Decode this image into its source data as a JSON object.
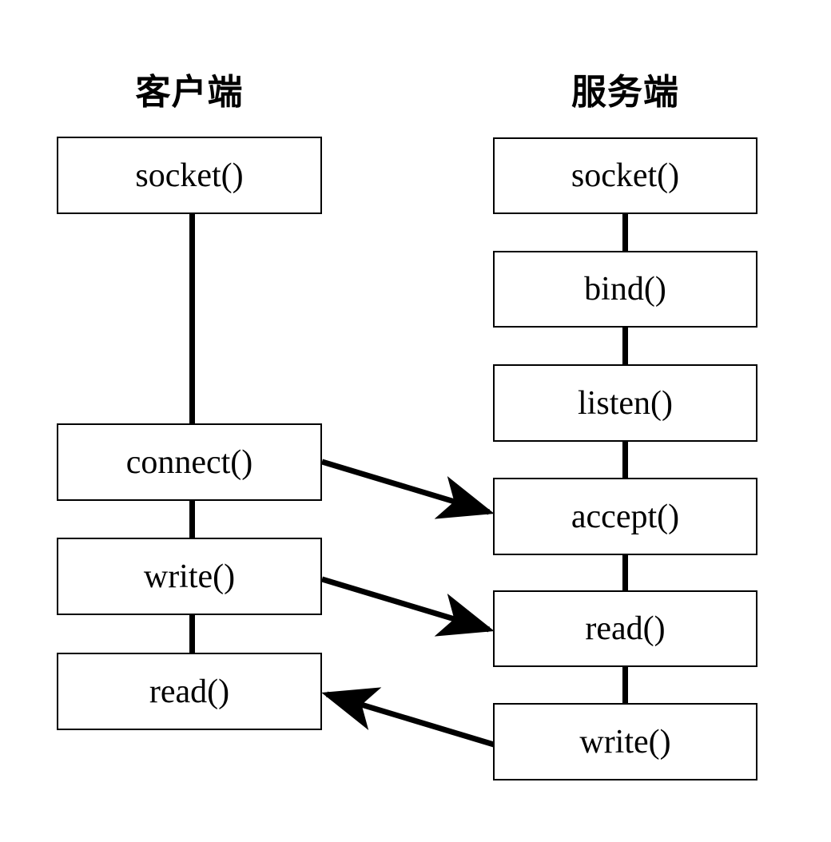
{
  "diagram": {
    "title_client": "客户端",
    "title_server": "服务端",
    "client": {
      "title": "客户端",
      "nodes": [
        {
          "label": "socket()",
          "name": "client-socket"
        },
        {
          "label": "connect()",
          "name": "client-connect"
        },
        {
          "label": "write()",
          "name": "client-write"
        },
        {
          "label": "read()",
          "name": "client-read"
        }
      ]
    },
    "server": {
      "title": "服务端",
      "nodes": [
        {
          "label": "socket()",
          "name": "server-socket"
        },
        {
          "label": "bind()",
          "name": "server-bind"
        },
        {
          "label": "listen()",
          "name": "server-listen"
        },
        {
          "label": "accept()",
          "name": "server-accept"
        },
        {
          "label": "read()",
          "name": "server-read"
        },
        {
          "label": "write()",
          "name": "server-write"
        }
      ]
    },
    "arrows": [
      {
        "name": "connect-to-accept",
        "from": "client-connect",
        "to": "server-accept",
        "direction": "right"
      },
      {
        "name": "write-to-read",
        "from": "client-write",
        "to": "server-read",
        "direction": "right"
      },
      {
        "name": "write-to-read-back",
        "from": "server-write",
        "to": "client-read",
        "direction": "left"
      }
    ],
    "colors": {
      "stroke": "#000000",
      "fill": "#ffffff",
      "text": "#000000"
    }
  }
}
